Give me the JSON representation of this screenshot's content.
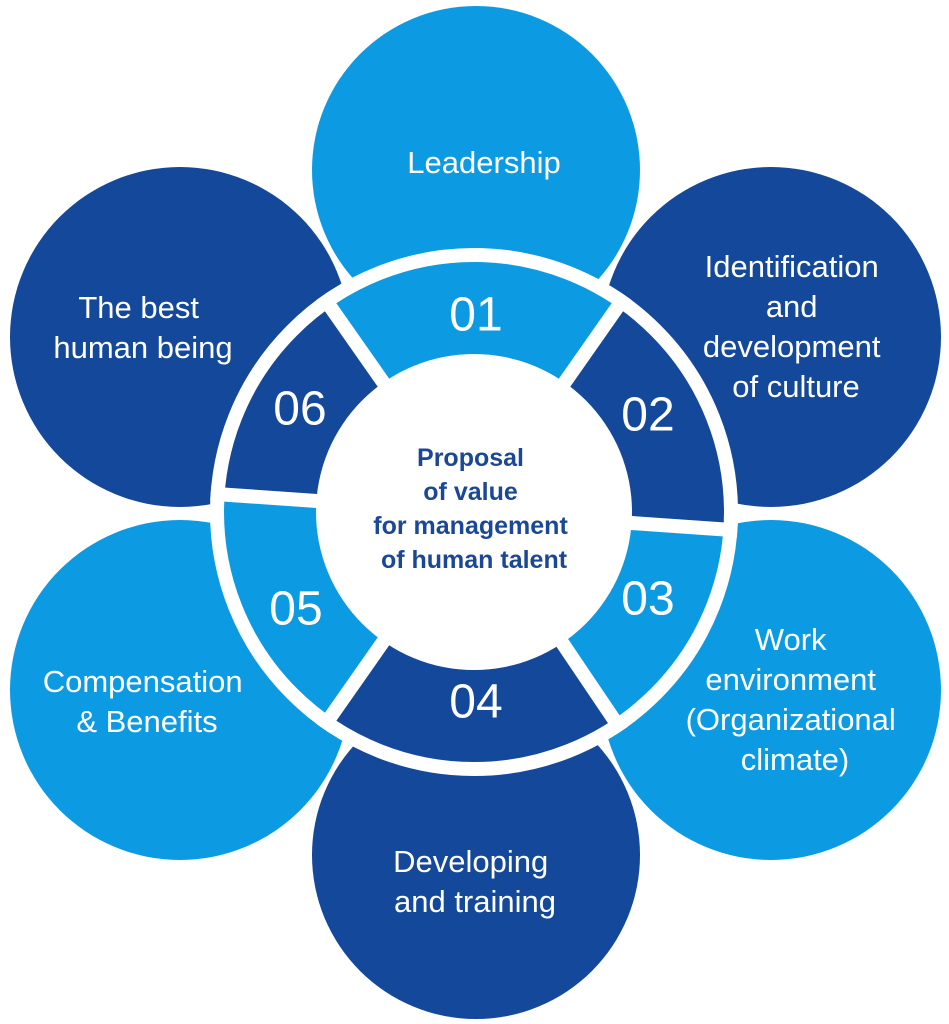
{
  "center": {
    "lines": [
      "Proposal",
      "of value",
      "for management",
      "of human talent"
    ]
  },
  "colors": {
    "dark": "#14489a",
    "light": "#0c9be2",
    "center_text": "#1a4896",
    "separator": "#ffffff"
  },
  "petals": [
    {
      "number": "01",
      "label_lines": [
        "Leadership"
      ],
      "color": "light"
    },
    {
      "number": "02",
      "label_lines": [
        "Identification",
        "and",
        "development",
        "of culture"
      ],
      "color": "dark"
    },
    {
      "number": "03",
      "label_lines": [
        "Work",
        "environment",
        "(Organizational",
        "climate)"
      ],
      "color": "light"
    },
    {
      "number": "04",
      "label_lines": [
        "Developing",
        "and training"
      ],
      "color": "dark"
    },
    {
      "number": "05",
      "label_lines": [
        "Compensation",
        "& Benefits"
      ],
      "color": "light"
    },
    {
      "number": "06",
      "label_lines": [
        "The best",
        "human being"
      ],
      "color": "dark"
    }
  ]
}
